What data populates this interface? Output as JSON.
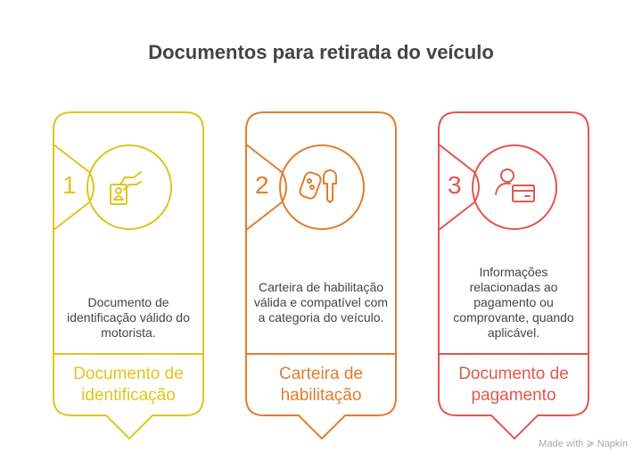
{
  "title": "Documentos para retirada do veículo",
  "cards": [
    {
      "number": "1",
      "icon": "id-card-hand-icon",
      "description": "Documento de identificação válido do motorista.",
      "label": "Documento de identificação",
      "color": "#e2c41c"
    },
    {
      "number": "2",
      "icon": "car-key-icon",
      "description": "Carteira de habilitação válida e compatível com a categoria do veículo.",
      "label": "Carteira de habilitação",
      "color": "#e07d2e"
    },
    {
      "number": "3",
      "icon": "user-card-icon",
      "description": "Informações relacionadas ao pagamento ou comprovante, quando aplicável.",
      "label": "Documento de pagamento",
      "color": "#e35650"
    }
  ],
  "credit": "Made with ≽ Napkin"
}
